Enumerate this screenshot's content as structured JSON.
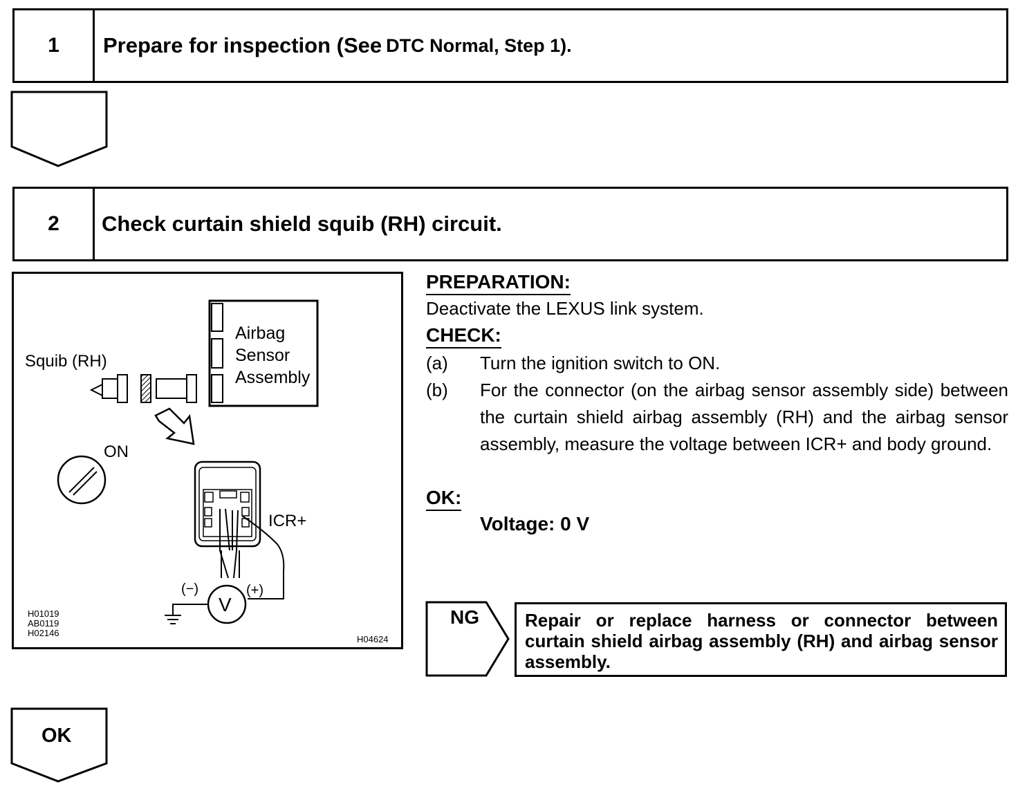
{
  "step1": {
    "number": "1",
    "title": "Prepare for inspection (See",
    "title_suffix": "DTC Normal, Step 1)."
  },
  "step2": {
    "number": "2",
    "title": "Check curtain shield squib (RH) circuit."
  },
  "figure": {
    "label_squib": "Squib (RH)",
    "label_airbag": "Airbag",
    "label_sensor": "Sensor",
    "label_assembly": "Assembly",
    "label_on": "ON",
    "label_icr": "ICR+",
    "label_minus": "(−)",
    "label_plus": "(+)",
    "label_v": "V",
    "ref_codes": [
      "H01019",
      "AB0119",
      "H02146"
    ],
    "figure_code": "H04624"
  },
  "instructions": {
    "preparation_heading": "PREPARATION:",
    "preparation_text": "Deactivate the LEXUS link system.",
    "check_heading": "CHECK:",
    "items": [
      {
        "label": "(a)",
        "text": "Turn the ignition switch to ON."
      },
      {
        "label": "(b)",
        "text": "For the connector (on the airbag sensor assembly side) between the curtain shield airbag assembly (RH) and the airbag sensor assembly, measure the voltage between ICR+ and body ground."
      }
    ],
    "ok_heading": "OK:",
    "ok_value": "Voltage: 0 V"
  },
  "ng": {
    "label": "NG",
    "action": "Repair or replace harness or connector between curtain shield airbag assembly (RH) and airbag sensor assembly."
  },
  "ok_flow": {
    "label": "OK"
  }
}
